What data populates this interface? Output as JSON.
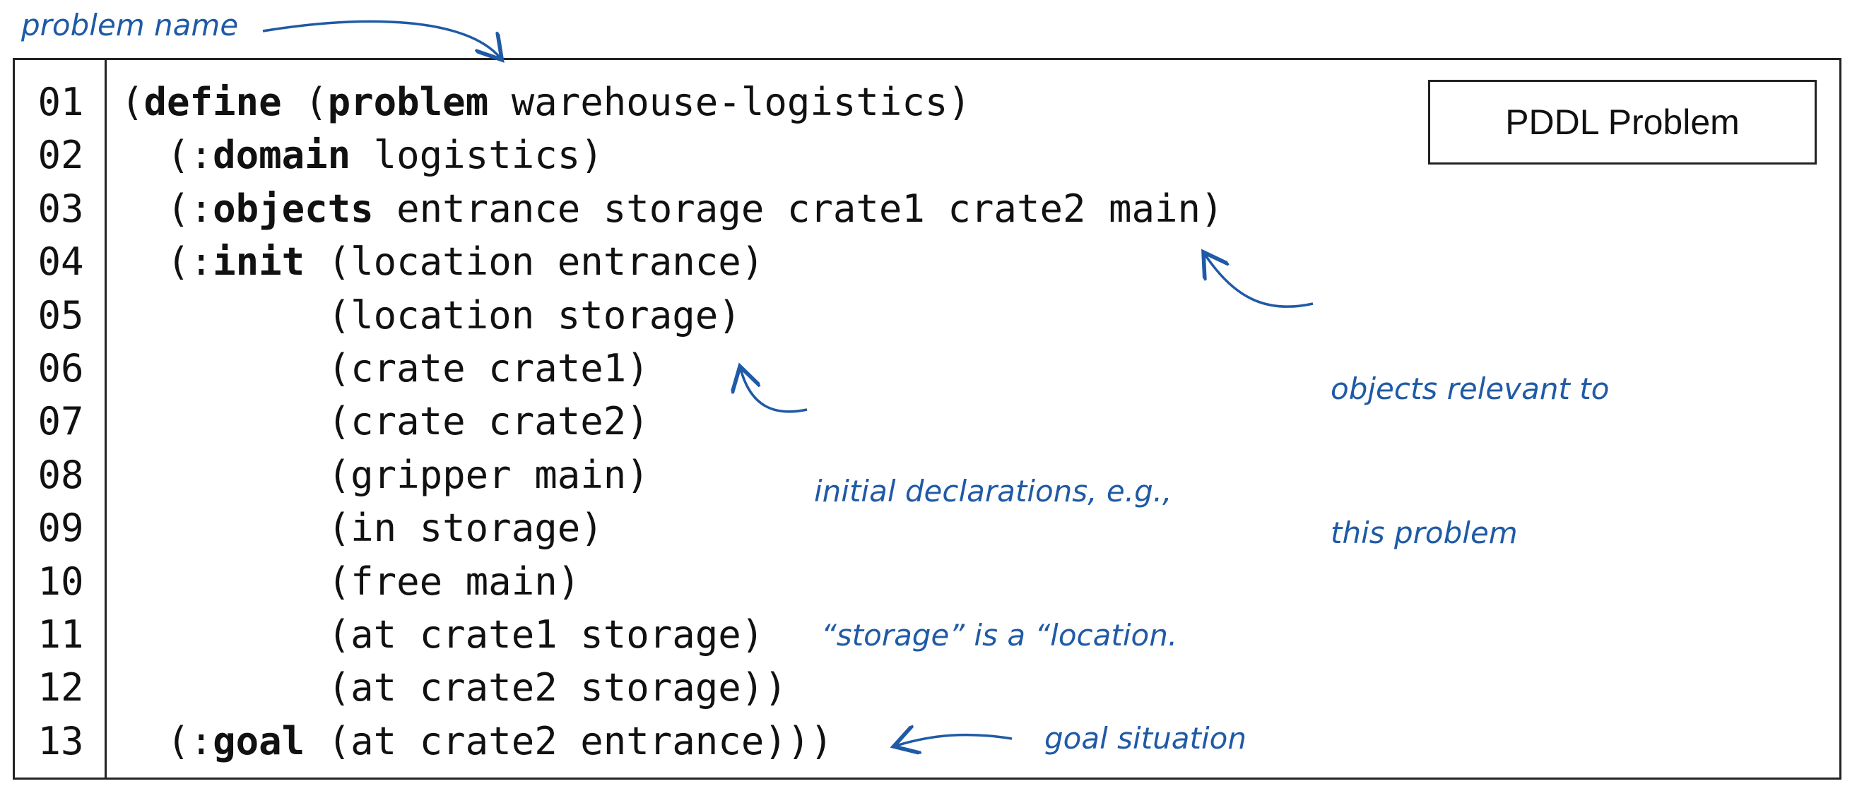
{
  "tag_label": "PDDL Problem",
  "annotations": {
    "problem_name": "problem name",
    "objects_line1": "objects relevant to",
    "objects_line2": "this problem",
    "init_line1": "initial declarations, e.g.,",
    "init_line2": "“storage” is a “location.",
    "goal": "goal situation"
  },
  "lines": [
    {
      "num": "01",
      "indent": "",
      "kw": "(define",
      "mid": " (",
      "kw2": "problem",
      "rest": " warehouse-logistics)"
    },
    {
      "num": "02",
      "indent": "  ",
      "kw": "(:",
      "kw2": "domain",
      "rest": " logistics)"
    },
    {
      "num": "03",
      "indent": "  ",
      "kw": "(:",
      "kw2": "objects",
      "rest": " entrance storage crate1 crate2 main)"
    },
    {
      "num": "04",
      "indent": "  ",
      "kw": "(:",
      "kw2": "init",
      "rest": " (location entrance)"
    },
    {
      "num": "05",
      "indent": "         ",
      "rest": "(location storage)"
    },
    {
      "num": "06",
      "indent": "         ",
      "rest": "(crate crate1)"
    },
    {
      "num": "07",
      "indent": "         ",
      "rest": "(crate crate2)"
    },
    {
      "num": "08",
      "indent": "         ",
      "rest": "(gripper main)"
    },
    {
      "num": "09",
      "indent": "         ",
      "rest": "(in storage)"
    },
    {
      "num": "10",
      "indent": "         ",
      "rest": "(free main)"
    },
    {
      "num": "11",
      "indent": "         ",
      "rest": "(at crate1 storage)"
    },
    {
      "num": "12",
      "indent": "         ",
      "rest": "(at crate2 storage))"
    },
    {
      "num": "13",
      "indent": "  ",
      "kw": "(:",
      "kw2": "goal",
      "rest": " (at crate2 entrance)))"
    }
  ]
}
